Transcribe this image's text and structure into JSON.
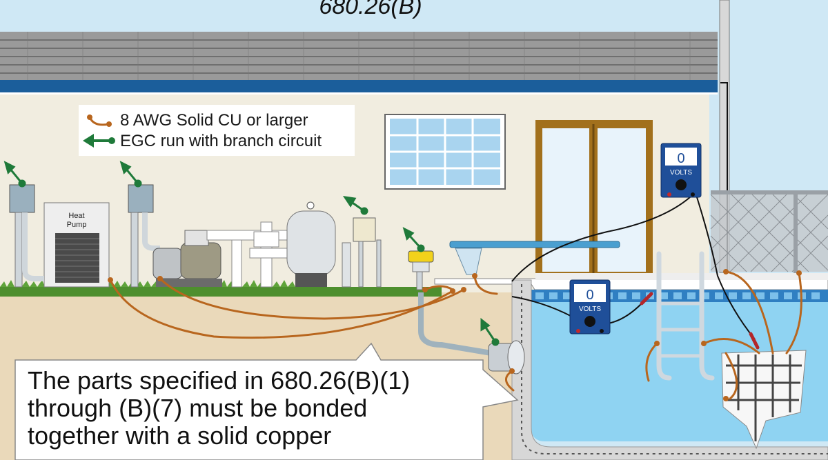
{
  "title": "680.26(B)",
  "legend": {
    "copper_label": "8 AWG Solid CU or larger",
    "egc_label": "EGC run with branch circuit"
  },
  "heat_pump": {
    "label_line1": "Heat",
    "label_line2": "Pump"
  },
  "meters": [
    {
      "reading": "0",
      "unit": "VOLTS"
    },
    {
      "reading": "0",
      "unit": "VOLTS"
    }
  ],
  "callout": {
    "lines": [
      "The parts specified in 680.26(B)(1)",
      "through (B)(7) must be bonded",
      "together with a solid copper"
    ]
  },
  "colors": {
    "sky": "#cfe8f5",
    "wall": "#f1ede0",
    "roof": "#8e8e8e",
    "fascia": "#1b5e9b",
    "ground": "#ead9ba",
    "grass": "#4e8f2e",
    "water": "#8fd3f2",
    "copper": "#b8661e",
    "egc_green": "#1f7a3a",
    "meter_blue": "#1f4f99"
  }
}
